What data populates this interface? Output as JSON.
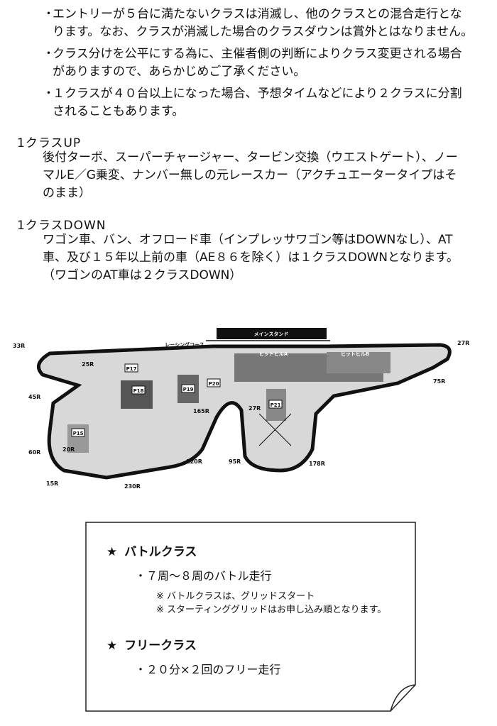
{
  "bullets": [
    {
      "marker": "・",
      "lines": [
        "エントリーが５台に満たないクラスは消滅し、他のクラスとの混合走行とな",
        "ります。なお、クラスが消滅した場合のクラスダウンは賞外とはなりません。"
      ]
    },
    {
      "marker": "・",
      "lines": [
        "クラス分けを公平にする為に、主催者側の判断によりクラス変更される場合",
        "がありますので、あらかじめご了承ください。"
      ]
    },
    {
      "marker": "・",
      "lines": [
        "１クラスが４０台以上になった場合、予想タイムなどにより２クラスに分割",
        "されることもあります。"
      ]
    }
  ],
  "class_up": {
    "heading": "1クラスUP",
    "lines": [
      "後付ターボ、スーパーチャージャー、タービン交換（ウエストゲート）、ノー",
      "マルE／G乗変、ナンバー無しの元レースカー（アクチュエータータイプはそ",
      "のまま）"
    ]
  },
  "class_down": {
    "heading": "1クラスDOWN",
    "lines": [
      "ワゴン車、バン、オフロード車（インプレッサワゴン等はDOWNなし）、AT",
      "車、及び１５年以上前の車（AE８６を除く）は１クラスDOWNとなります。",
      "（ワゴンのAT車は２クラスDOWN）"
    ]
  },
  "map": {
    "main_stand": "メインスタンド",
    "course": "レーシングコース",
    "hit_a": "ヒットヒルA",
    "hit_b": "ヒットヒルB",
    "corners": [
      "33R",
      "27R",
      "75R",
      "25R",
      "45R",
      "60R",
      "20R",
      "15R",
      "230R",
      "120R",
      "95R",
      "178R",
      "165R",
      "27R"
    ],
    "paddocks": [
      "P17",
      "P18",
      "P19",
      "P20",
      "P21",
      "P15"
    ]
  },
  "notice": {
    "battle": {
      "star": "★",
      "title": "バトルクラス",
      "item": "・７周〜８周のバトル走行",
      "notes": [
        "※ バトルクラスは、グリッドスタート",
        "※ スターティンググリッドはお申し込み順となります。"
      ]
    },
    "free": {
      "star": "★",
      "title": "フリークラス",
      "item": "・２０分×２回のフリー走行"
    }
  }
}
